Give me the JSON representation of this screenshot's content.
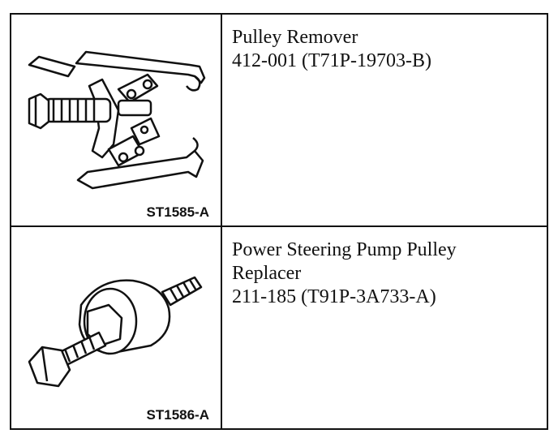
{
  "tools": [
    {
      "name": "Pulley Remover",
      "number": "412-001 (T71P-19703-B)",
      "illustration_code": "ST1585-A",
      "illustration_icon": "pulley-remover-icon"
    },
    {
      "name_line1": "Power Steering Pump Pulley",
      "name_line2": "Replacer",
      "number": "211-185 (T91P-3A733-A)",
      "illustration_code": "ST1586-A",
      "illustration_icon": "pulley-replacer-icon"
    }
  ]
}
